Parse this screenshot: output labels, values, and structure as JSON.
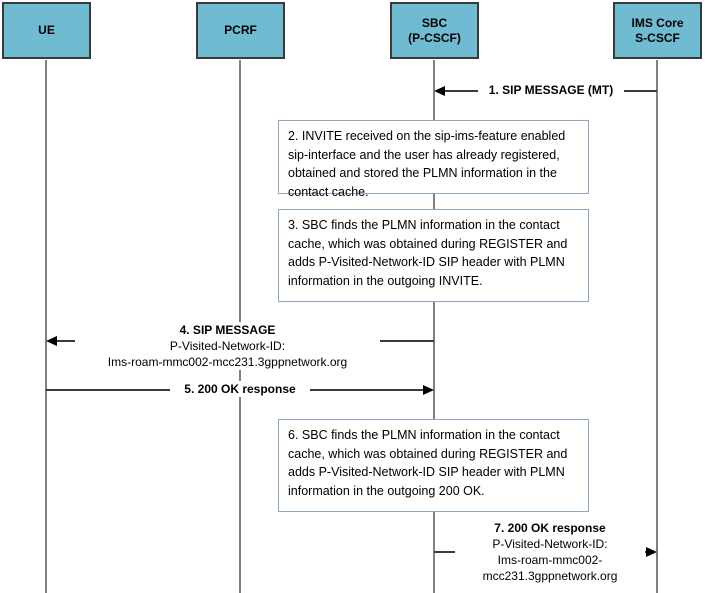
{
  "diagram": {
    "title": "SIP MESSAGE MT flow with P-Visited-Network-ID",
    "type": "sequence-diagram",
    "colors": {
      "actor_fill": "#6FBBD1",
      "actor_border": "#3a3a3a",
      "note_border": "#8FA7C0",
      "note_fill": "#ffffff",
      "lifeline": "#808080",
      "arrow": "#000000"
    }
  },
  "actors": [
    {
      "id": "ue",
      "line1": "UE",
      "line2": ""
    },
    {
      "id": "pcrf",
      "line1": "PCRF",
      "line2": ""
    },
    {
      "id": "sbc",
      "line1": "SBC",
      "line2": "(P-CSCF)"
    },
    {
      "id": "ims",
      "line1": "IMS Core",
      "line2": "S-CSCF"
    }
  ],
  "messages": [
    {
      "num": "1.",
      "label_bold": "1. SIP MESSAGE (MT)",
      "from": "ims",
      "to": "sbc",
      "direction": "left"
    },
    {
      "num": "4.",
      "label_bold": "4. SIP MESSAGE",
      "label_line2": "P-Visited-Network-ID:",
      "label_line3": "Ims-roam-mmc002-mcc231.3gppnetwork.org",
      "from": "sbc",
      "to": "ue",
      "direction": "left"
    },
    {
      "num": "5.",
      "label_bold": "5. 200 OK response",
      "from": "ue",
      "to": "sbc",
      "direction": "right"
    },
    {
      "num": "7.",
      "label_bold": "7. 200 OK response",
      "label_line2": "P-Visited-Network-ID:",
      "label_line3": "Ims-roam-mmc002-",
      "label_line4": "mcc231.3gppnetwork.org",
      "from": "sbc",
      "to": "ims",
      "direction": "right"
    }
  ],
  "notes": [
    {
      "num": "2.",
      "text": "2. INVITE received on the sip-ims-feature enabled sip-interface and the user has already registered, obtained and stored the PLMN information in the contact cache."
    },
    {
      "num": "3.",
      "text": "3. SBC finds the PLMN information in the contact cache, which was obtained during REGISTER and adds P-Visited-Network-ID SIP header with PLMN information in the outgoing INVITE."
    },
    {
      "num": "6.",
      "text": "6. SBC finds the PLMN information in the contact cache, which was obtained during REGISTER and adds P-Visited-Network-ID SIP header with PLMN information in the outgoing 200 OK."
    }
  ]
}
